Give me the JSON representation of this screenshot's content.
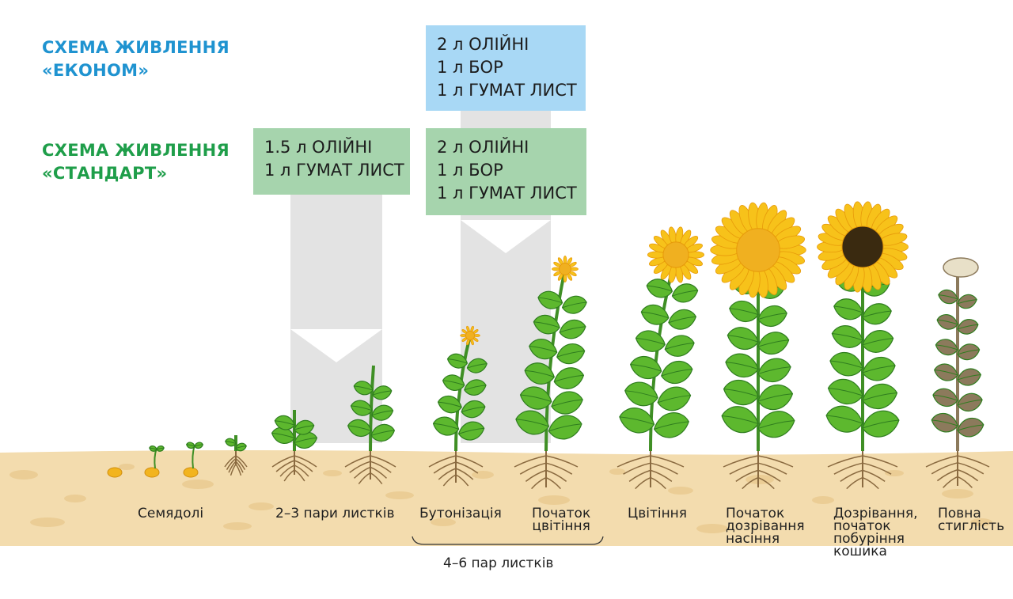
{
  "schemes": {
    "economy": {
      "title": [
        "СХЕМА ЖИВЛЕННЯ",
        "«ЕКОНОМ»"
      ],
      "color": "#1f93d0",
      "box_color": "#a8d8f5",
      "applications": [
        {
          "lines": [
            "2 л ОЛІЙНІ",
            "1 л БОР",
            "1 л ГУМАТ ЛИСТ"
          ]
        }
      ]
    },
    "standard": {
      "title": [
        "СХЕМА ЖИВЛЕННЯ",
        "«СТАНДАРТ»"
      ],
      "color": "#1f9e4a",
      "box_color": "#a6d4ad",
      "applications": [
        {
          "lines": [
            "1.5 л ОЛІЙНІ",
            "1 л ГУМАТ ЛИСТ"
          ]
        },
        {
          "lines": [
            "2 л ОЛІЙНІ",
            "1 л БОР",
            "1 л ГУМАТ ЛИСТ"
          ]
        }
      ]
    }
  },
  "stages": [
    {
      "label": [
        "Семядолі"
      ]
    },
    {
      "label": [
        "2–3 пари листків"
      ]
    },
    {
      "label": [
        "Бутонізація"
      ]
    },
    {
      "label": [
        "Початок",
        "цвітіння"
      ]
    },
    {
      "label": [
        "Цвітіння"
      ]
    },
    {
      "label": [
        "Початок",
        "дозрівання",
        "насіння"
      ]
    },
    {
      "label": [
        "Дозрівання,",
        "початок",
        "побуріння",
        "кошика"
      ]
    },
    {
      "label": [
        "Повна",
        "стиглість"
      ]
    }
  ],
  "bracket": {
    "label": "4–6 пар листків"
  },
  "colors": {
    "soil": "#f3dcae",
    "soil_spot": "#e9c98e",
    "root": "#8a6a40",
    "leaf": "#5db82e",
    "leaf_dark": "#2f7d1f",
    "stem": "#3f8f25",
    "petal": "#f7c21a",
    "petal_edge": "#e79a0a",
    "disc_early": "#f0b020",
    "disc_late": "#3a2a10",
    "dry_leaf": "#8c7a5c",
    "dry_leaf_light": "#e8e0c8",
    "arrow_band": "#e3e3e3",
    "seed": "#f2b41e"
  }
}
